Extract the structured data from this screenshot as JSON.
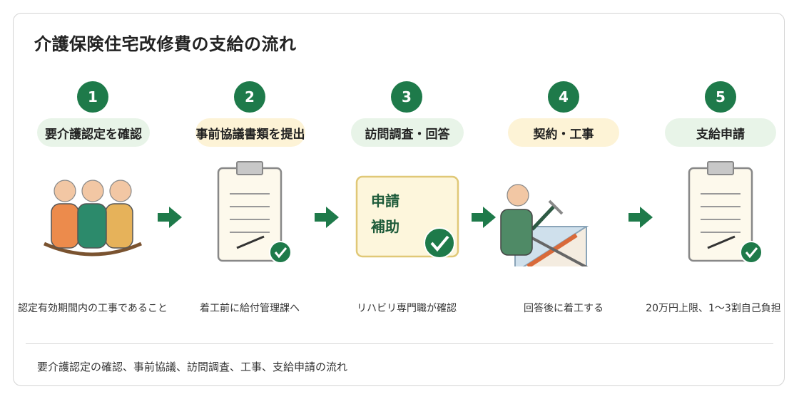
{
  "title": "介護保険住宅改修費の支給の流れ",
  "steps": [
    {
      "number": "1",
      "label": "要介護認定を確認",
      "description": "認定有効期間内の工事であること",
      "pill_color": "#e8f4e8"
    },
    {
      "number": "2",
      "label": "事前協議書類を提出",
      "description": "着工前に給付管理課へ",
      "pill_color": "#fdf3d6"
    },
    {
      "number": "3",
      "label": "訪問調査・回答",
      "description": "リハビリ専門職が確認",
      "pill_color": "#e8f4e8"
    },
    {
      "number": "4",
      "label": "契約・工事",
      "description": "回答後に着工する",
      "pill_color": "#fdf3d6"
    },
    {
      "number": "5",
      "label": "支給申請",
      "description": "20万円上限、1〜3割自己負担",
      "pill_color": "#e8f4e8"
    }
  ],
  "support_card": {
    "line1": "申請",
    "line2": "補助"
  },
  "footer": "要介護認定の確認、事前協議、訪問調査、工事、支給申請の流れ",
  "colors": {
    "accent_green": "#1e7a4a",
    "title": "#222222"
  },
  "icons": [
    "people-icon",
    "clipboard-icon",
    "application-support-icon",
    "construction-worker-icon",
    "clipboard-icon"
  ]
}
